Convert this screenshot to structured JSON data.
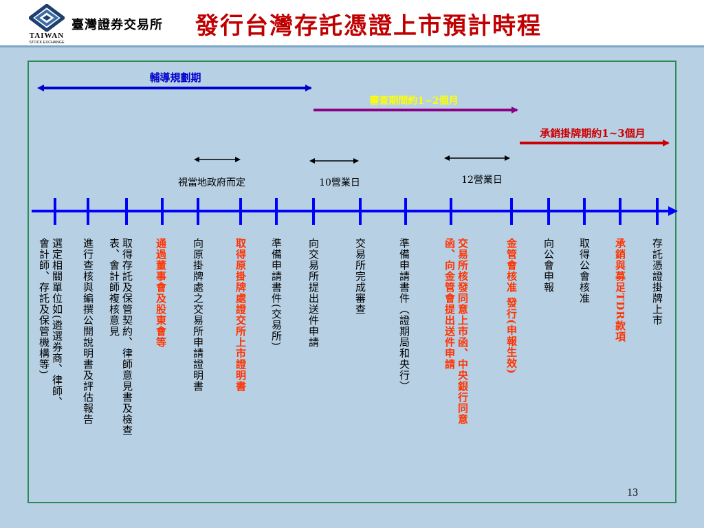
{
  "header": {
    "logo": {
      "name": "taiwan-stock-exchange-logo",
      "word": "TAIWAN",
      "subword": "STOCK EXCHANGE"
    },
    "org_name": "臺灣證券交易所",
    "title": "發行台灣存託憑證上市預計時程"
  },
  "phases": [
    {
      "label": "輔導規劃期",
      "color": "#0000cc"
    },
    {
      "label": "審查期間約1~2個月",
      "color": "#8b0086"
    },
    {
      "label": "承銷掛牌期約1~3個月",
      "color": "#cc0000"
    }
  ],
  "durations": [
    {
      "label": "視當地政府而定"
    },
    {
      "label": "10營業日"
    },
    {
      "label": "12營業日"
    }
  ],
  "steps": [
    {
      "text": "選定相關單位如(遴選券商、律師、\n會計師、存託及保管機構等)",
      "highlight": false
    },
    {
      "text": "進行查核與編撰公開說明書及評估報告",
      "highlight": false
    },
    {
      "text": "取得存託及保管契約、律師意見書及檢查\n表、會計師複核意見",
      "highlight": false
    },
    {
      "text": "通過董事會及股東會等",
      "highlight": true
    },
    {
      "text": "向原掛牌處之交易所申請證明書",
      "highlight": false
    },
    {
      "text": "取得原掛牌處證交所上市證明書",
      "highlight": true
    },
    {
      "text": "準備申請書件(交易所)",
      "highlight": false
    },
    {
      "text": "向交易所提出送件申請",
      "highlight": false
    },
    {
      "text": "交易所完成審查",
      "highlight": false
    },
    {
      "text": "準備申請書件（證期局和央行）",
      "highlight": false
    },
    {
      "text": "交易所核發同意上市函、中央銀行同意\n函、向金管會提出送件申請",
      "highlight": true
    },
    {
      "text": "金管會核准 發行(申報生效)",
      "highlight": true
    },
    {
      "text": "向公會申報",
      "highlight": false
    },
    {
      "text": "取得公會核准",
      "highlight": false
    },
    {
      "text": "承銷與募足TDR款項",
      "highlight": true
    },
    {
      "text": "存託憑證掛牌上市",
      "highlight": false
    }
  ],
  "page_number": "13",
  "colors": {
    "timeline": "#0000ff",
    "tick": "#0000ff",
    "highlight_text": "#ff3300",
    "background": "#b7d0e4"
  }
}
